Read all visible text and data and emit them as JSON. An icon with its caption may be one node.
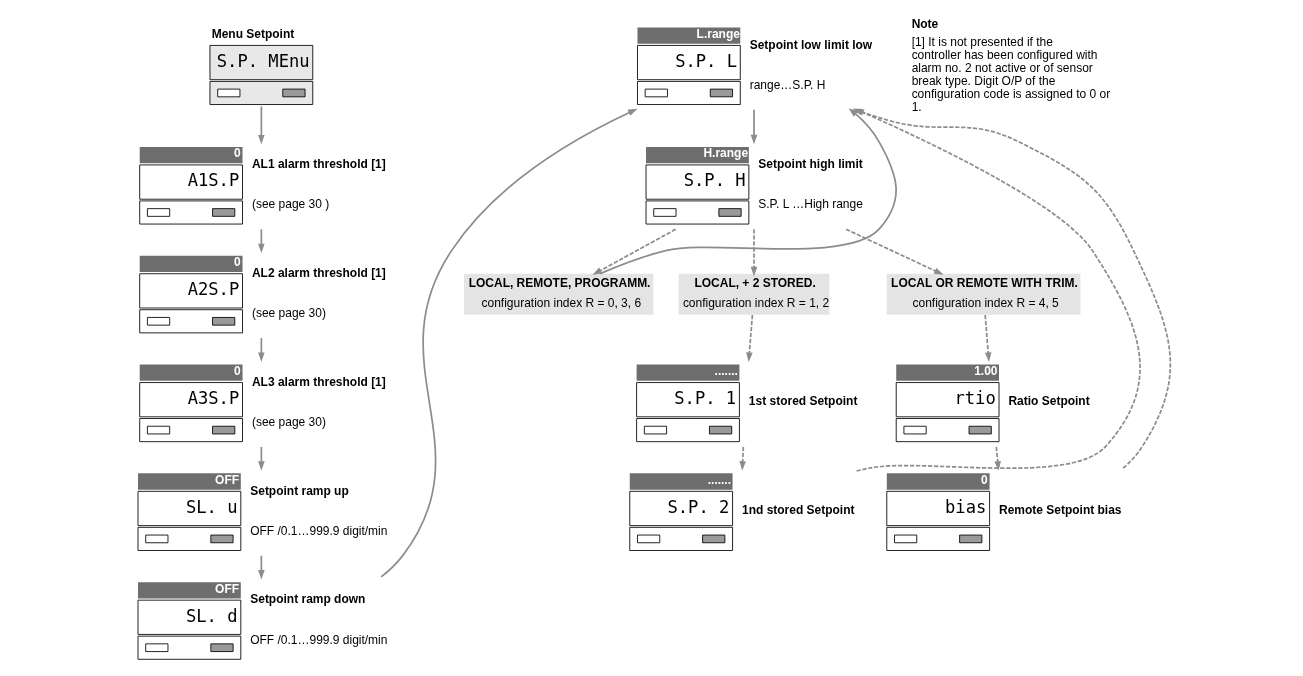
{
  "diagram": {
    "nodes": [
      {
        "text": [
          "Menu Setpoint",
          "S.P. MEnu"
        ]
      },
      {
        "text": [
          "0",
          "A1S.P"
        ],
        "beside": [
          "AL1 alarm threshold [1]",
          "(see page 30 )"
        ]
      },
      {
        "text": [
          "0",
          "A2S.P"
        ],
        "beside": [
          "AL2 alarm threshold [1]",
          "(see page 30)"
        ]
      },
      {
        "text": [
          "0",
          "A3S.P"
        ],
        "beside": [
          "AL3 alarm threshold [1]",
          "(see page 30)"
        ]
      },
      {
        "text": [
          "OFF",
          "SL. u"
        ],
        "beside": [
          "Setpoint ramp up",
          "OFF /0.1…999.9 digit/min"
        ]
      },
      {
        "text": [
          "OFF",
          "SL. d"
        ],
        "beside": [
          "Setpoint ramp down",
          "OFF /0.1…999.9 digit/min"
        ]
      },
      {
        "text": [
          "L.range",
          "S.P. L"
        ],
        "beside": [
          "Setpoint low limit low",
          "range…S.P. H"
        ]
      },
      {
        "text": [
          "H.range",
          "S.P. H"
        ],
        "beside": [
          "Setpoint high limit",
          "S.P. L …High range"
        ]
      },
      {
        "text": [
          "LOCAL, REMOTE, PROGRAMM.",
          "configuration index R = 0, 3, 6"
        ]
      },
      {
        "text": [
          "LOCAL, + 2 STORED.",
          "configuration index R = 1, 2"
        ]
      },
      {
        "text": [
          "LOCAL OR REMOTE WITH TRIM.",
          "configuration index R = 4, 5"
        ]
      },
      {
        "text": [
          ".......",
          "S.P. 1"
        ],
        "beside": [
          "1st stored Setpoint"
        ]
      },
      {
        "text": [
          ".......",
          "S.P. 2"
        ],
        "beside": [
          "1nd stored Setpoint"
        ]
      },
      {
        "text": [
          "1.00",
          "rtio"
        ],
        "beside": [
          "Ratio Setpoint"
        ]
      },
      {
        "text": [
          "0",
          "bias"
        ],
        "beside": [
          "Remote Setpoint bias"
        ]
      }
    ],
    "edges": [
      {
        "from": 0,
        "to": 1,
        "arrow": "to"
      },
      {
        "from": 1,
        "to": 2,
        "arrow": "to"
      },
      {
        "from": 2,
        "to": 3,
        "arrow": "to"
      },
      {
        "from": 3,
        "to": 4,
        "arrow": "to"
      },
      {
        "from": 4,
        "to": 5,
        "arrow": "to"
      },
      {
        "from": 5,
        "to": 6,
        "arrow": "to"
      },
      {
        "from": 6,
        "to": 7,
        "arrow": "to"
      },
      {
        "from": 7,
        "to": 9,
        "arrow": "to",
        "style": "dashed"
      },
      {
        "from": 7,
        "to": 8,
        "arrow": "to",
        "style": "dashed"
      },
      {
        "from": 7,
        "to": 10,
        "arrow": "to",
        "style": "dashed"
      },
      {
        "from": 9,
        "to": 11,
        "arrow": "to",
        "style": "dashed"
      },
      {
        "from": 11,
        "to": 12,
        "arrow": "to",
        "style": "dashed"
      },
      {
        "from": 10,
        "to": 13,
        "arrow": "to",
        "style": "dashed"
      },
      {
        "from": 13,
        "to": 14,
        "arrow": "to",
        "style": "dashed"
      },
      {
        "from": 12,
        "to": 6,
        "arrow": "to",
        "style": "dashed"
      },
      {
        "from": 8,
        "to": 6,
        "arrow": "to"
      },
      {
        "from": 14,
        "to": 6,
        "arrow": "to",
        "style": "dashed"
      }
    ],
    "labels": [
      "Note",
      "[1] It is not presented if the controller has been configured with alarm no. 2 not active or of sensor break type. Digit O/P of the configuration code is assigned to 0 or 1."
    ]
  }
}
